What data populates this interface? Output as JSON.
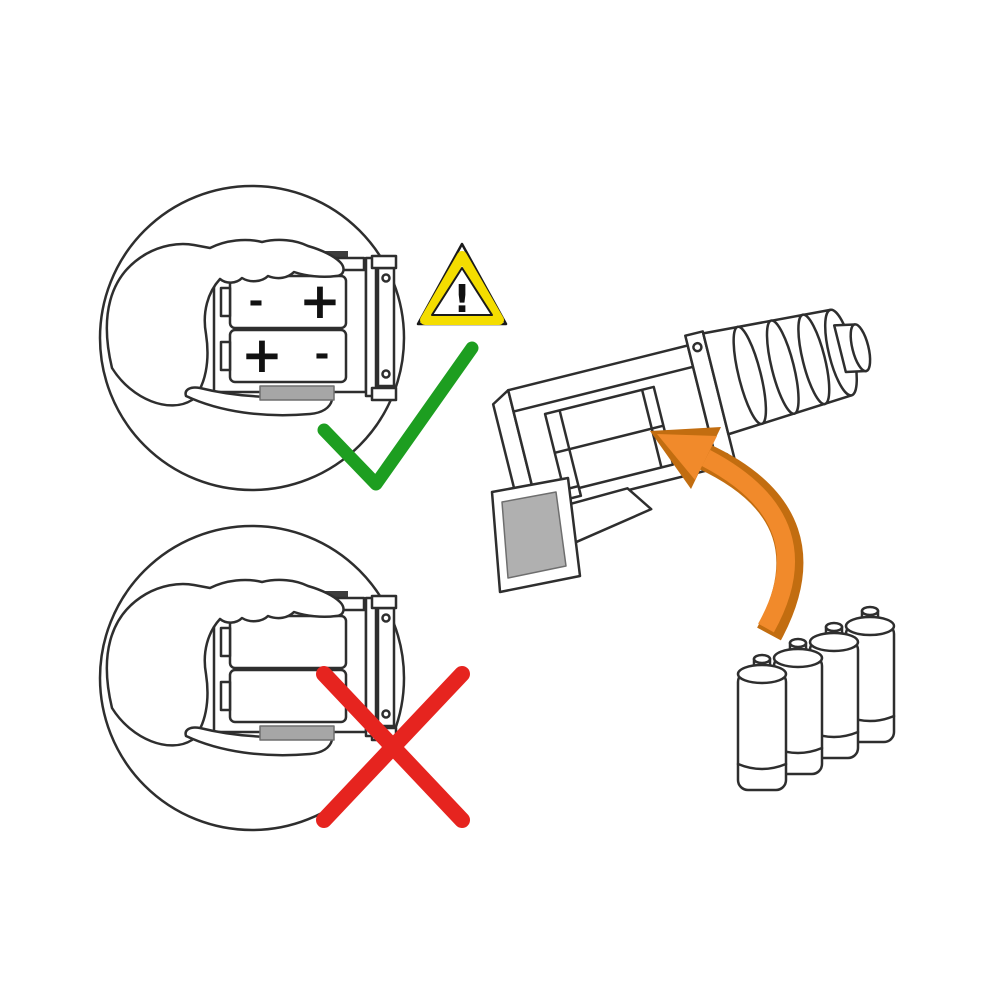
{
  "diagram": {
    "title": "Battery installation instructions",
    "correct_panel": {
      "meaning": "correct-orientation",
      "battery_top_left": "-",
      "battery_top_right": "+",
      "battery_bottom_left": "+",
      "battery_bottom_right": "-",
      "result_icon": "green-checkmark",
      "warning_icon": "warning-triangle"
    },
    "incorrect_panel": {
      "meaning": "incorrect-orientation",
      "result_icon": "red-cross"
    },
    "insert_panel": {
      "battery_count": 4,
      "arrow_icon": "orange-curved-arrow",
      "device_icon": "device-with-lens-barrel"
    },
    "warning": {
      "symbol": "!"
    },
    "colors": {
      "check_green": "#1d9e20",
      "cross_red": "#e6241f",
      "arrow_orange": "#f18a2b",
      "arrow_orange_dark": "#c26d10",
      "warning_yellow": "#f4dd00",
      "gray_slot": "#b0b0b0",
      "gray_tab": "#a6a6a6",
      "line": "#2e2e2e"
    }
  }
}
